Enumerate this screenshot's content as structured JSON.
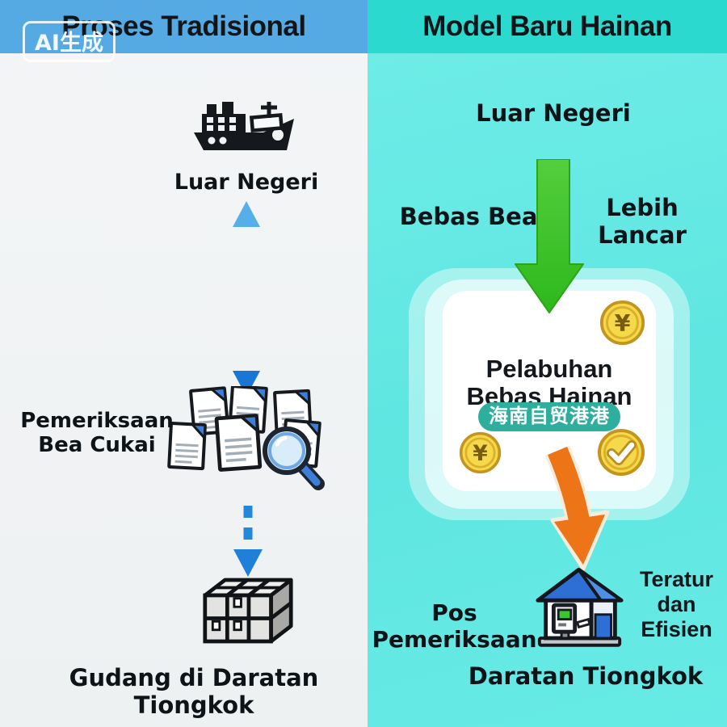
{
  "watermark": "AI生成",
  "left": {
    "title": "Proses Tradisional",
    "origin_label": "Luar Negeri",
    "inspection_label": [
      "Pemeriksaan",
      "Bea Cukai"
    ],
    "destination_label": "Gudang di Daratan Tiongkok"
  },
  "right": {
    "title": "Model Baru Hainan",
    "origin_label": "Luar Negeri",
    "duty_label": "Bebas Bea",
    "smooth_label": [
      "Lebih",
      "Lancar"
    ],
    "hub": {
      "title": [
        "Pelabuhan",
        "Bebas Hainan"
      ],
      "badge": "海南自贸港港"
    },
    "coin_symbol": "¥",
    "checkpoint_label": "Pos Pemeriksaan",
    "efficiency_label": [
      "Teratur",
      "dan",
      "Efisien"
    ],
    "destination_label": "Daratan Tiongkok"
  },
  "icons": {
    "cargo-ship-icon": "black cargo ship silhouette",
    "double-dashed-arrow-icon": "blue vertical two-headed dashed arrow",
    "documents-magnifier-icon": "stack of documents with magnifying glass",
    "dashed-arrow-icon": "blue dashed down arrow",
    "crates-icon": "isometric stack of gray crates",
    "green-down-arrow-icon": "solid green down arrow",
    "coin-yen-icon": "gold coin with yen symbol",
    "coin-check-icon": "gold coin with white checkmark",
    "orange-curved-arrow-icon": "orange curved down arrow",
    "checkpoint-building-icon": "blue-roof checkpoint booth with kiosk"
  },
  "colors": {
    "left_header_bg": "#55AAE3",
    "left_bg": "#F1F3F4",
    "right_header_bg": "#2BD9CE",
    "right_bg": "#67EAE5",
    "dashed_arrow_blue": "#1E80D8",
    "green_arrow": "#3EC228",
    "orange_arrow": "#EE7418",
    "coin_gold": "#F6D84B",
    "badge_teal": "#2EAE9D",
    "roof_blue": "#2E6FD6",
    "text": "#0E1317"
  }
}
